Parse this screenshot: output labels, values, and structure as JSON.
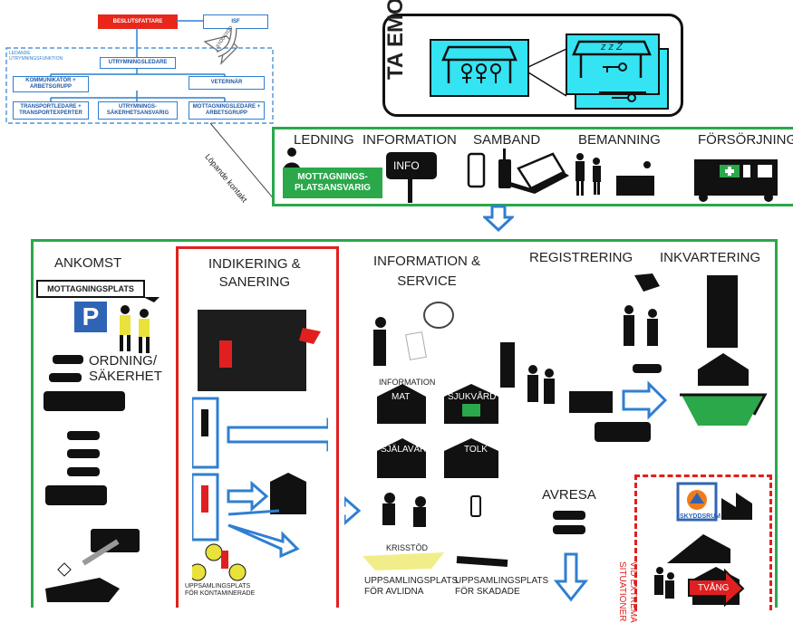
{
  "org_chart": {
    "beslutsfattare": "BESLUTSFATTARE",
    "isf": "ISF",
    "stodtext": "STÖDSTÖD",
    "ledande": "LEDANDE\nUTRYMNINGSFUNKTION",
    "utrymningsledare": "UTRYMNINGSLEDARE",
    "kommunikator": "KOMMUNIKATÖR +\nARBETSGRUPP",
    "veterinar": "VETERINÄR",
    "transportledare": "TRANSPORTLEDARE +\nTRANSPORTEXPERTER",
    "sakerhet": "UTRYMNINGS-\nSÄKERHETSANSVARIG",
    "mottagningsledare": "MOTTAGNINGSLEDARE +\nARBETSGRUPP",
    "lopande_kontakt": "Löpande kontakt"
  },
  "ta_emot": {
    "title": "TA EMOT",
    "zzz": "z z Z"
  },
  "top_row": {
    "ledning": "LEDNING",
    "information": "INFORMATION",
    "samband": "SAMBAND",
    "bemanning": "BEMANNING",
    "forsorjning": "FÖRSÖRJNING",
    "mottagning_badge": "MOTTAGNINGS-\nPLATSANSVARIG",
    "info_sign": "INFO"
  },
  "ankomst": {
    "title": "ANKOMST",
    "sign": "MOTTAGNINGSPLATS",
    "parking": "P",
    "ordning": "ORDNING/\nSÄKERHET"
  },
  "indikering": {
    "title": "INDIKERING &\nSANERING",
    "uppsamling": "UPPSAMLINGSPLATS\nFÖR KONTAMINERADE"
  },
  "info_service": {
    "title": "INFORMATION &\nSERVICE",
    "information": "INFORMATION",
    "mat": "MAT",
    "sjukvard": "SJUKVÅRD",
    "sjalavard": "SJÄLAVÅRD",
    "tolk": "TOLK",
    "krisstod": "KRISSTÖD",
    "avlidna": "UPPSAMLINGSPLATS\nFÖR AVLIDNA",
    "skadade": "UPPSAMLINGSPLATS\nFÖR SKADADE"
  },
  "registrering": {
    "title": "REGISTRERING"
  },
  "inkvartering": {
    "title": "INKVARTERING"
  },
  "avresa": {
    "title": "AVRESA"
  },
  "extrema": {
    "title": "VID EXTREMA\nSITUATIONER",
    "skyddsrum": "SKYDDSRUM",
    "tvang": "TVÅNG"
  },
  "colors": {
    "green": "#2aa84a",
    "blue": "#2f7fd1",
    "red": "#e02020",
    "cyan": "#35e4f2"
  }
}
